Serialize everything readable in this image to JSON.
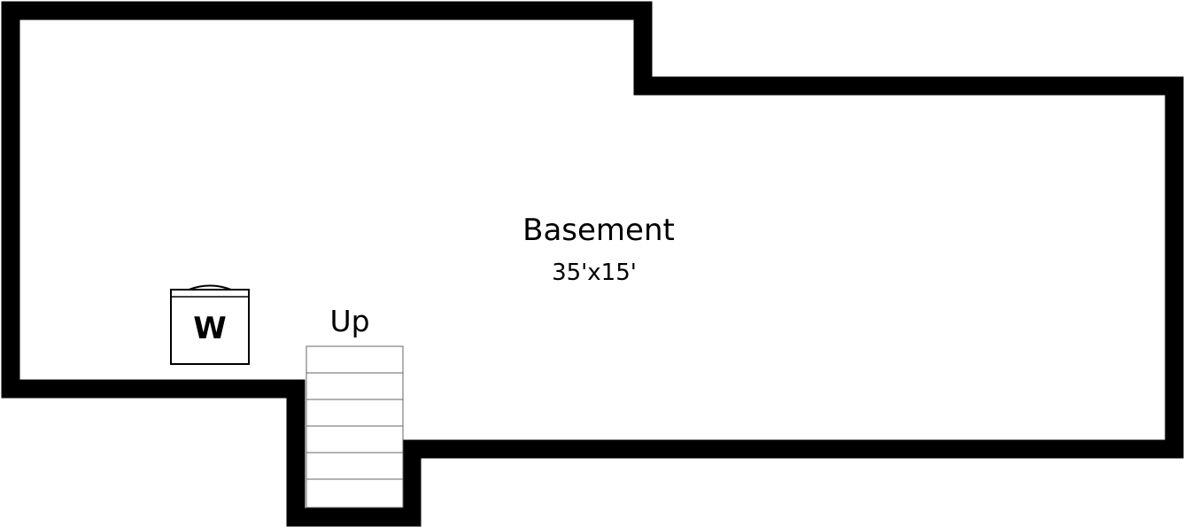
{
  "plan": {
    "room": {
      "name": "Basement",
      "dimensions": "35'x15'"
    },
    "stairs": {
      "label": "Up",
      "step_count": 6
    },
    "appliance": {
      "letter": "W",
      "icon": "water-heater-icon"
    },
    "colors": {
      "wall": "#000000",
      "floor": "#ffffff",
      "stair_lines": "#666666"
    }
  }
}
